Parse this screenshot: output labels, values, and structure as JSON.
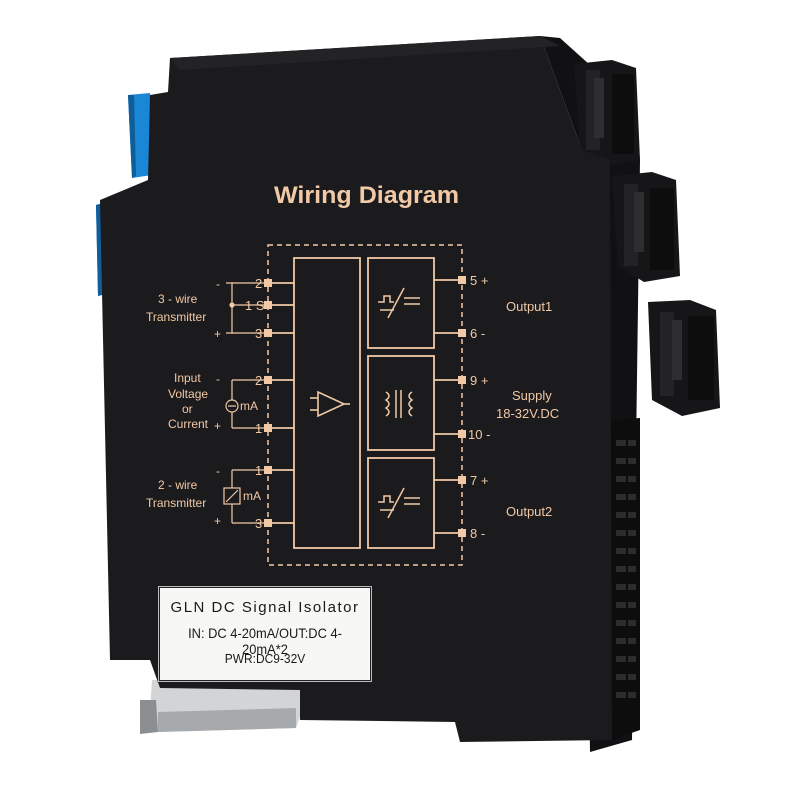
{
  "diagram": {
    "title": "Wiring Diagram",
    "left_groups": {
      "three_wire": {
        "line1": "3 - wire",
        "line2": "Transmitter",
        "minus": "-",
        "plus": "+"
      },
      "input": {
        "line1": "Input",
        "line2": "Voltage",
        "line3": "or",
        "line4": "Current",
        "minus": "-",
        "plus": "+",
        "meter": "mA"
      },
      "two_wire": {
        "line1": "2 - wire",
        "line2": "Transmitter",
        "minus": "-",
        "plus": "+",
        "meter": "mA"
      }
    },
    "left_pins": [
      "2",
      "1 S",
      "3",
      "2",
      "1",
      "1",
      "3"
    ],
    "right_pins": [
      "5 +",
      "6 -",
      "9 +",
      "10 -",
      "7 +",
      "8 -"
    ],
    "right_labels": {
      "output1": "Output1",
      "supply1": "Supply",
      "supply2": "18-32V.DC",
      "output2": "Output2"
    }
  },
  "product_label": {
    "title": "GLN DC Signal Isolator",
    "io": "IN: DC 4-20mA/OUT:DC 4-20mA*2",
    "power": "PWR:DC9-32V"
  },
  "colors": {
    "housing": "#1b1b1d",
    "print": "#f1c9a6",
    "clip": "#1a86d6"
  }
}
